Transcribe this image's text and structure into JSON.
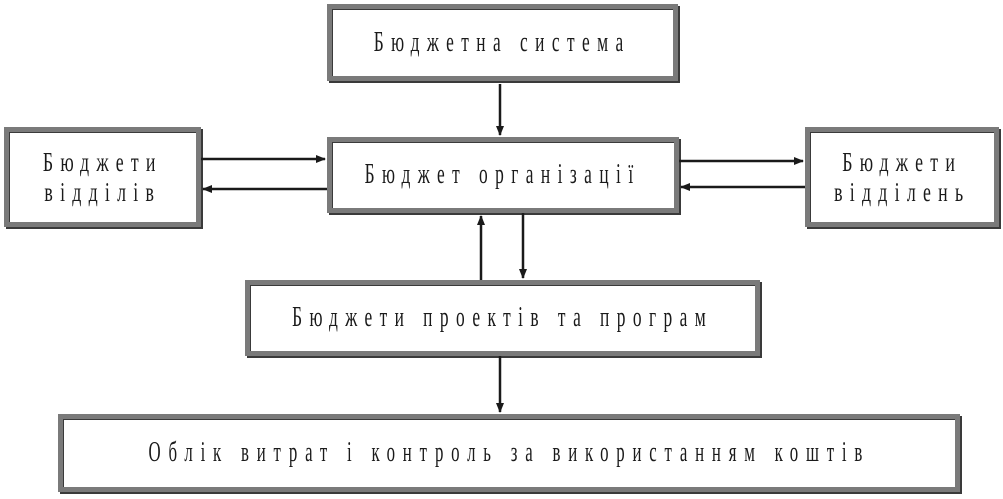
{
  "nodes": {
    "budget_system": "Бюджетна система",
    "org_budget": "Бюджет організації",
    "dept_budgets_line1": "Бюджети",
    "dept_budgets_line2": "відділів",
    "division_budgets_line1": "Бюджети",
    "division_budgets_line2": "відділень",
    "projects_budgets": "Бюджети проектів та програм",
    "accounting_control": "Облік витрат і контроль за використанням коштів"
  },
  "colors": {
    "box_border": "#7a7a7a",
    "arrow": "#1a1a1a",
    "text": "#1a1a1a"
  }
}
